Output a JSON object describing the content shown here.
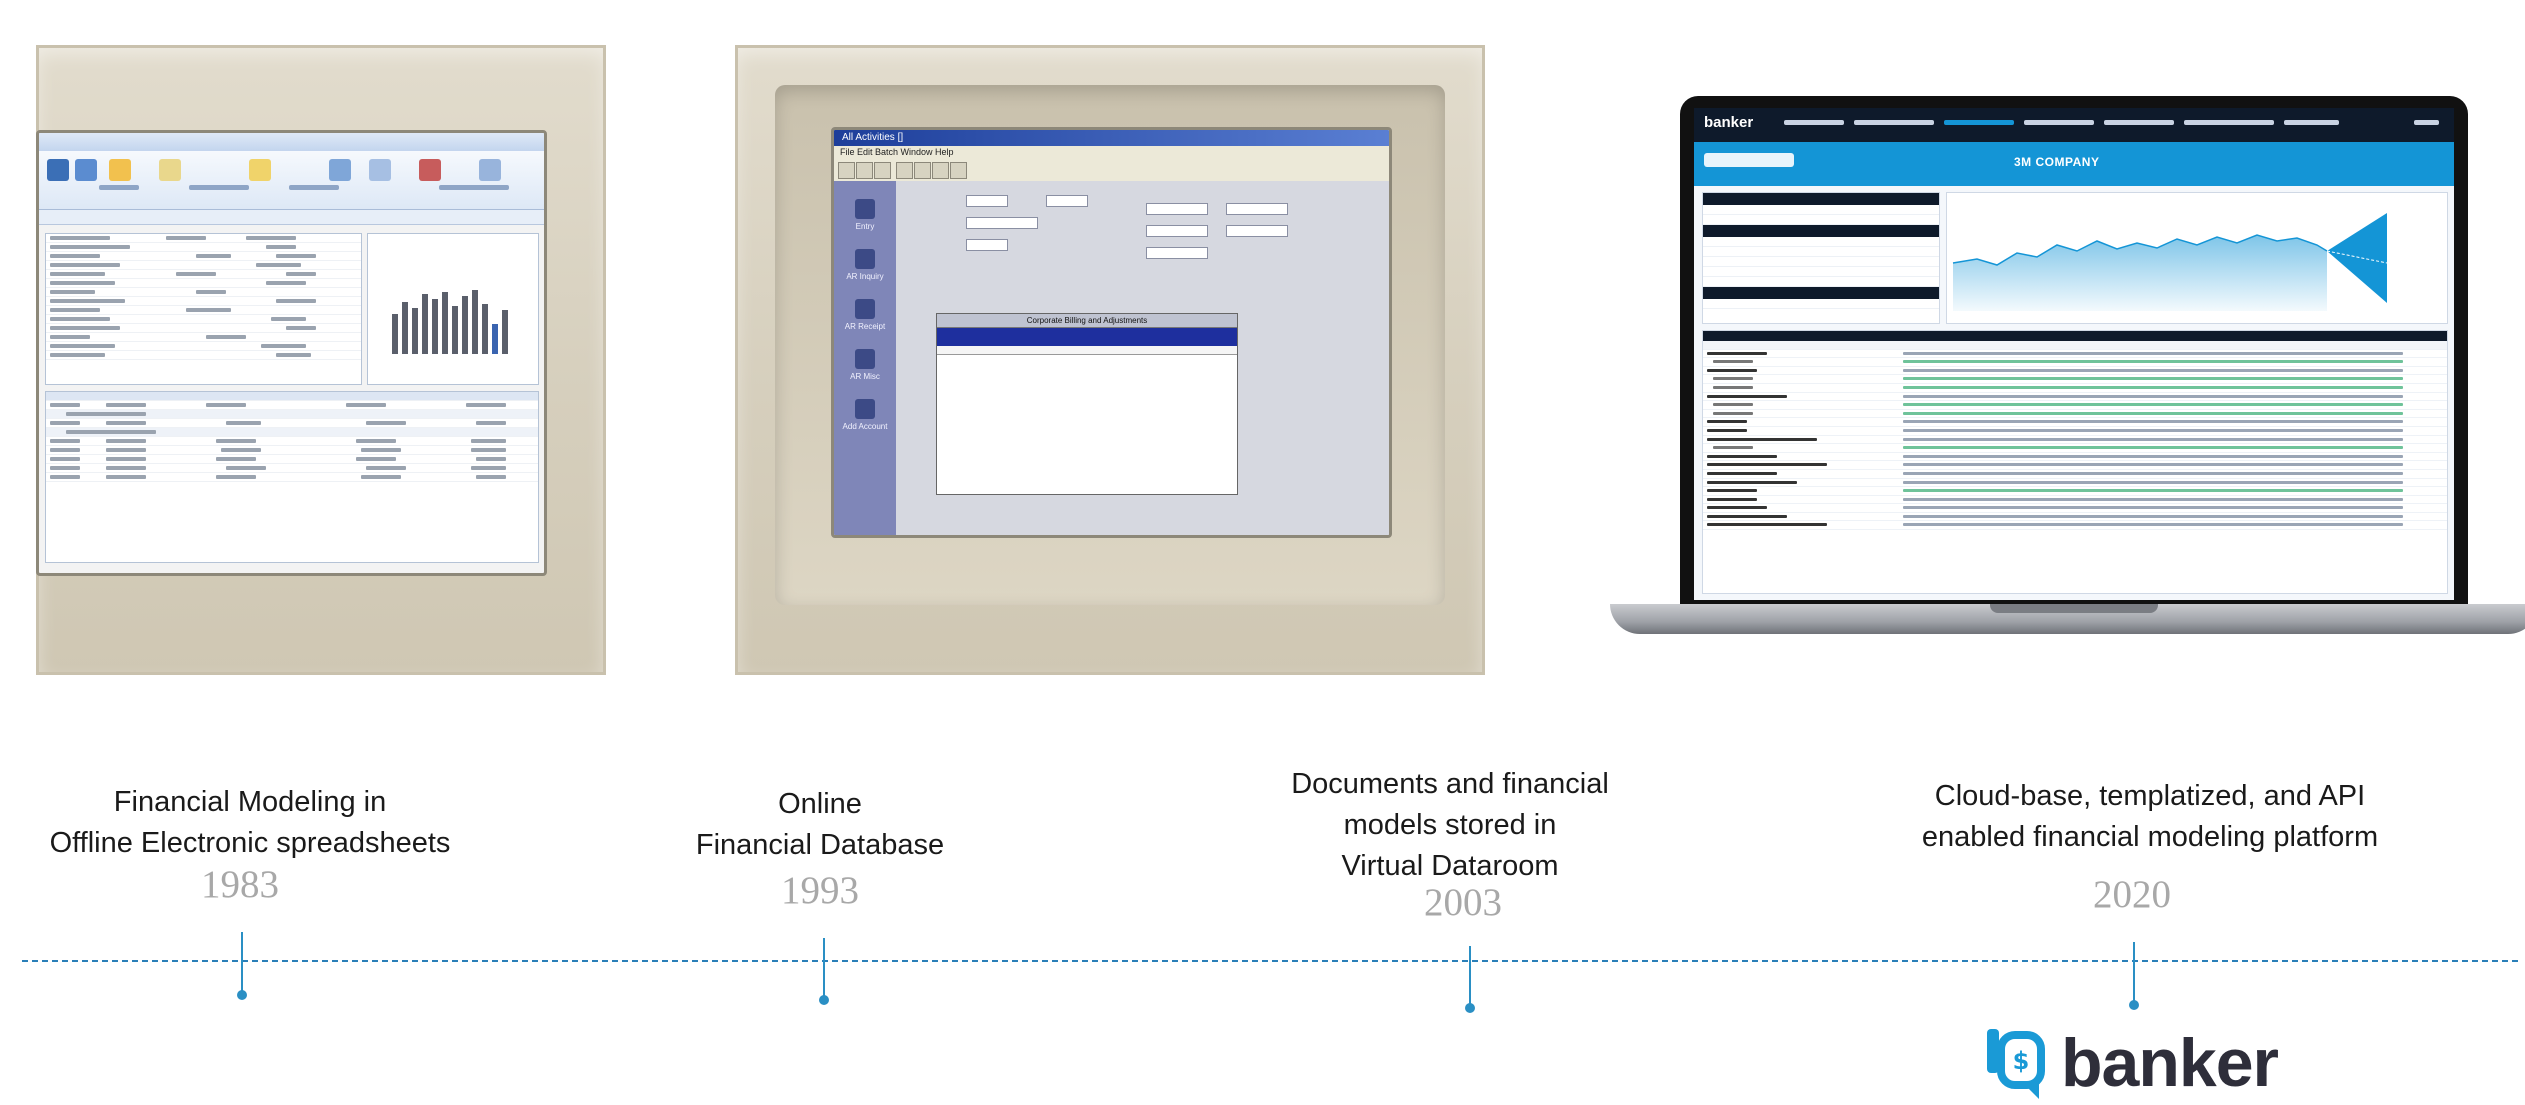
{
  "milestones": [
    {
      "caption": "Financial Modeling in\nOffline Electronic spreadsheets",
      "year": "1983"
    },
    {
      "caption": "Online\nFinancial Database",
      "year": "1993"
    },
    {
      "caption": "Documents and financial\nmodels stored in\nVirtual Dataroom",
      "year": "2003"
    },
    {
      "caption": "Cloud-base, templatized, and API\nenabled financial modeling platform",
      "year": "2020"
    }
  ],
  "monitor2": {
    "window_title": "All Activities []",
    "menu": "File  Edit  Batch  Window  Help",
    "grid_header": "Corporate Billing and Adjustments",
    "sidebar": [
      "Entry",
      "AR Inquiry",
      "AR Receipt",
      "AR Misc",
      "Add Account"
    ]
  },
  "laptop": {
    "brand": "banker",
    "company": "3M COMPANY"
  },
  "logo": {
    "text": "banker"
  },
  "colors": {
    "accent": "#1495d6",
    "timeline": "#2a8fc4",
    "year": "#a8a8a8"
  }
}
